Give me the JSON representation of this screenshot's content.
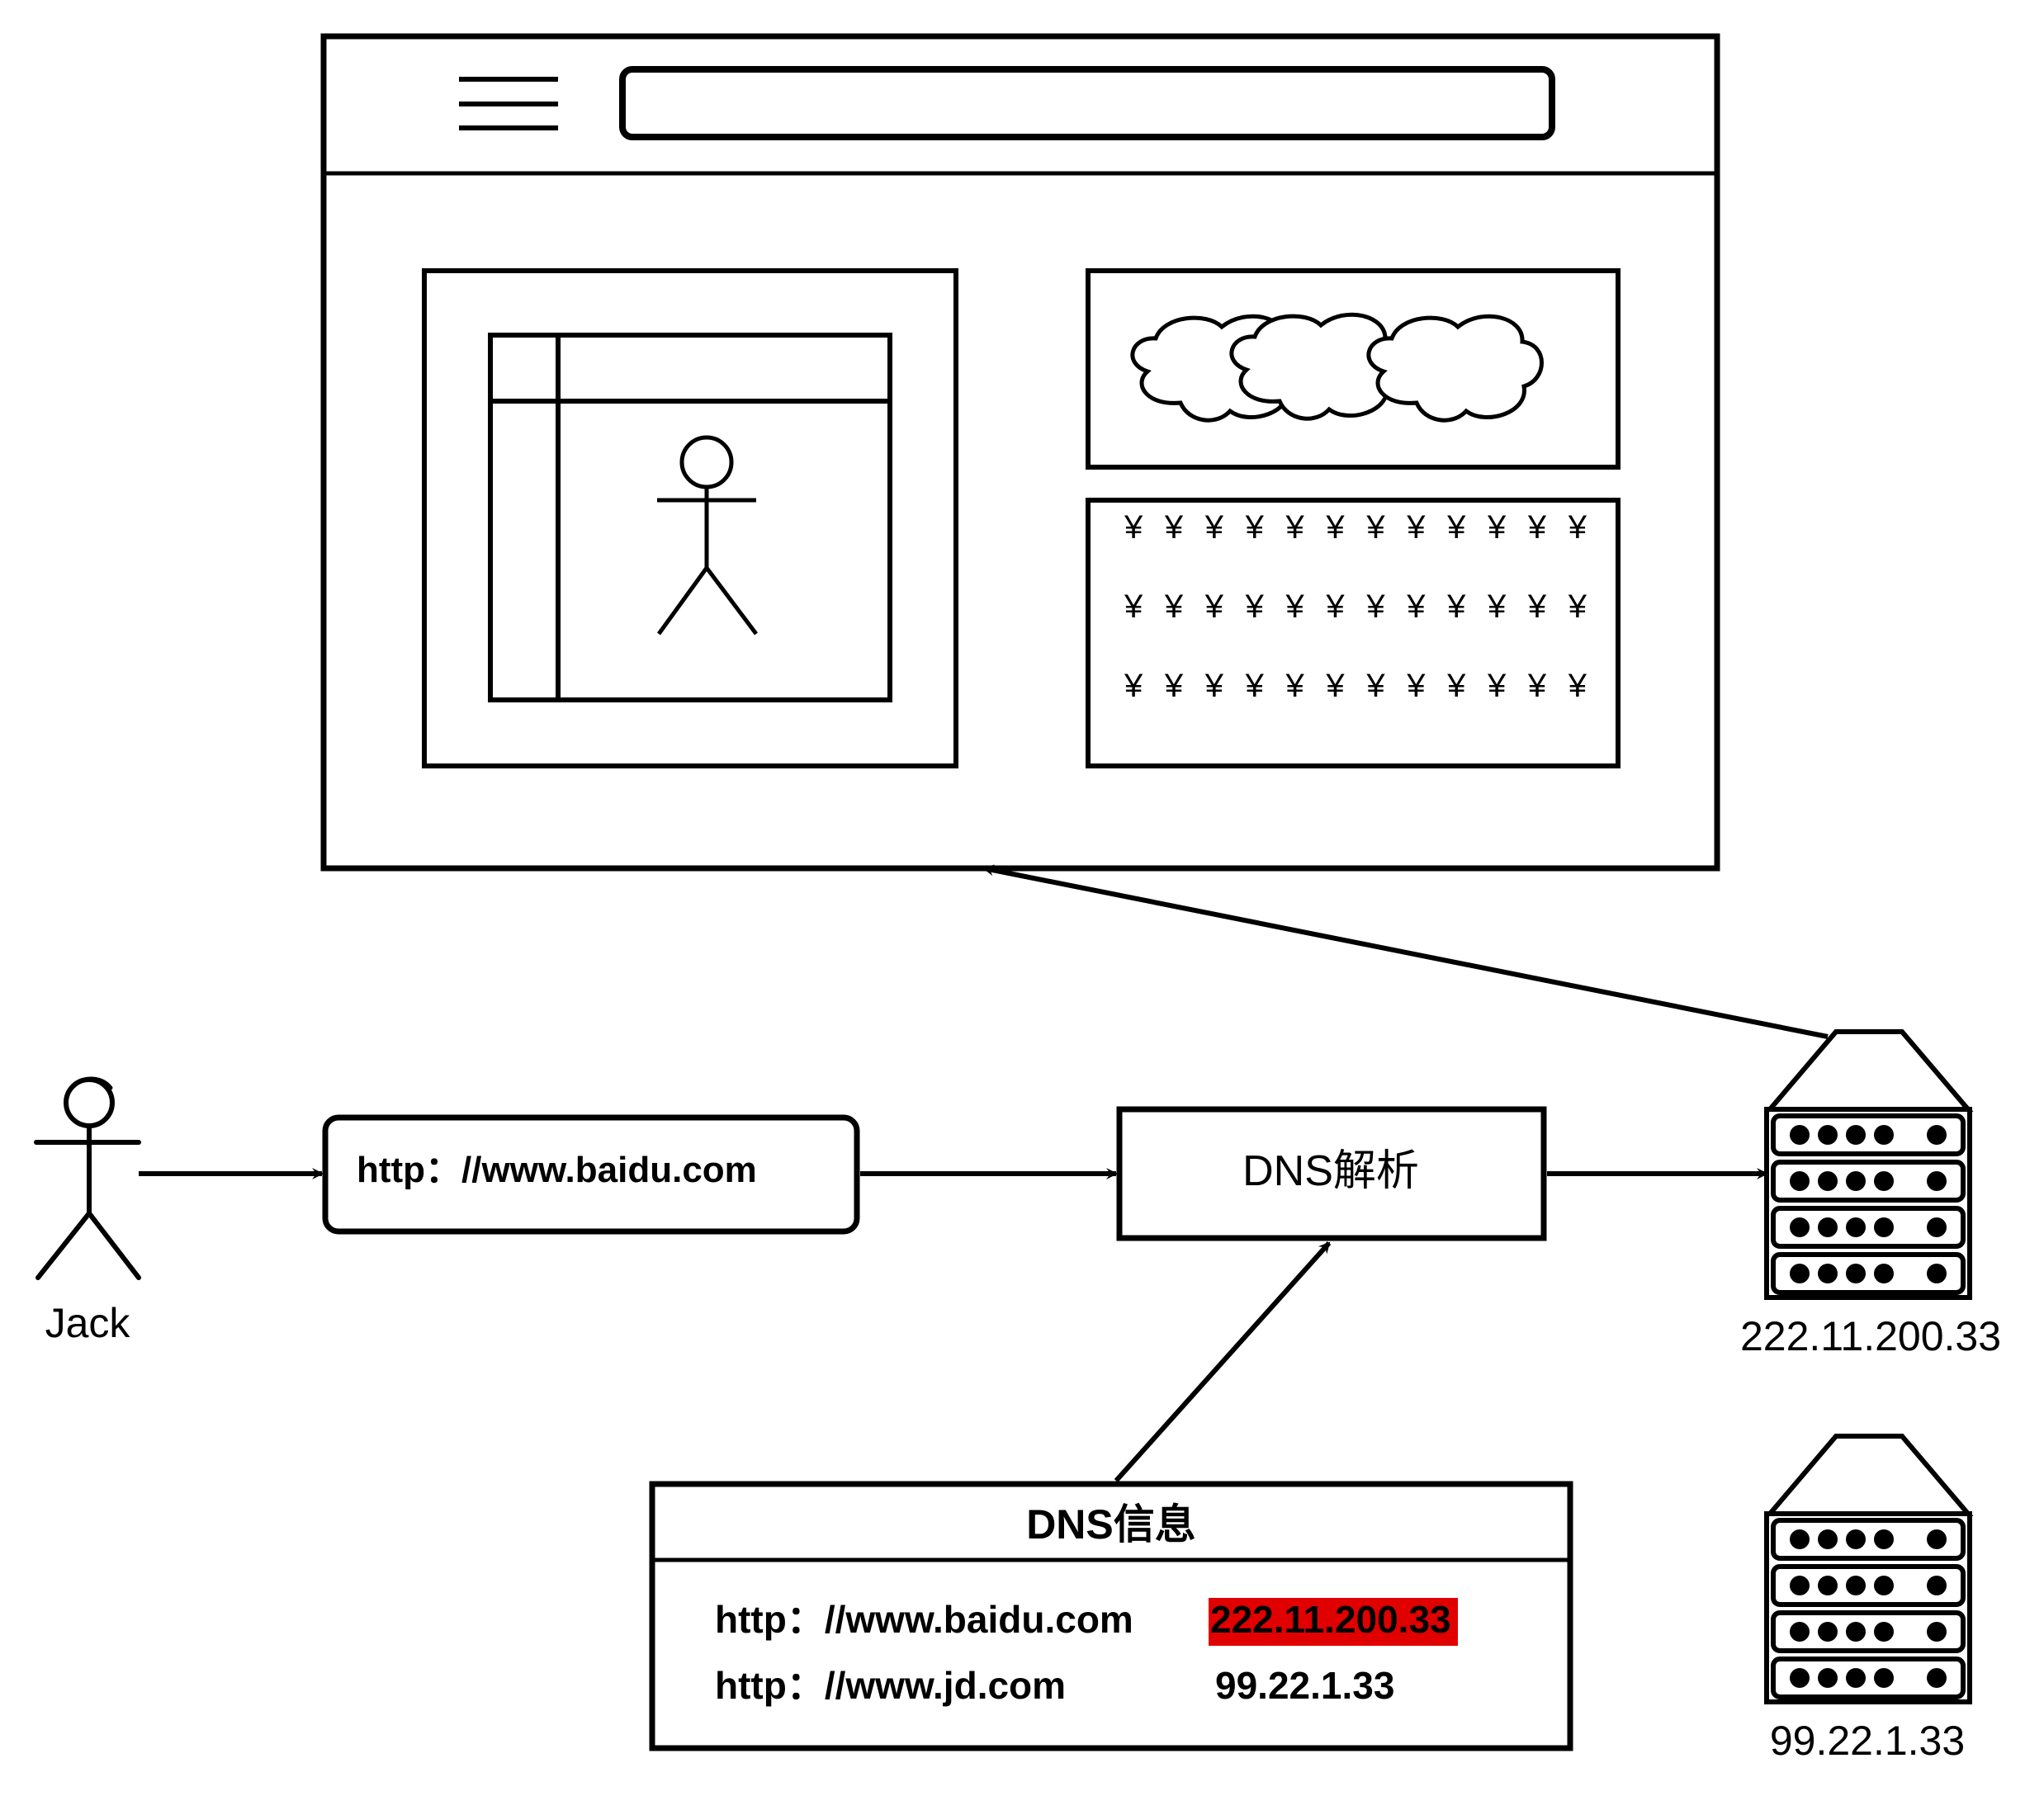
{
  "actor": {
    "name": "Jack"
  },
  "url_box": {
    "text": "http：//www.baidu.com"
  },
  "dns_resolve": {
    "label": "DNS解析"
  },
  "dns_table": {
    "title": "DNS信息",
    "rows": [
      {
        "url": "http：//www.baidu.com",
        "ip": "222.11.200.33",
        "highlighted": true
      },
      {
        "url": "http：//www.jd.com",
        "ip": "99.22.1.33",
        "highlighted": false
      }
    ],
    "highlight_color": "#e00000"
  },
  "servers": [
    {
      "ip": "222.11.200.33"
    },
    {
      "ip": "99.22.1.33"
    }
  ],
  "browser_mock": {
    "price_rows": [
      "¥ ¥ ¥ ¥ ¥ ¥ ¥ ¥ ¥ ¥ ¥ ¥",
      "¥ ¥ ¥ ¥ ¥ ¥ ¥ ¥ ¥ ¥ ¥ ¥",
      "¥ ¥ ¥ ¥ ¥ ¥ ¥ ¥ ¥ ¥ ¥ ¥"
    ]
  }
}
